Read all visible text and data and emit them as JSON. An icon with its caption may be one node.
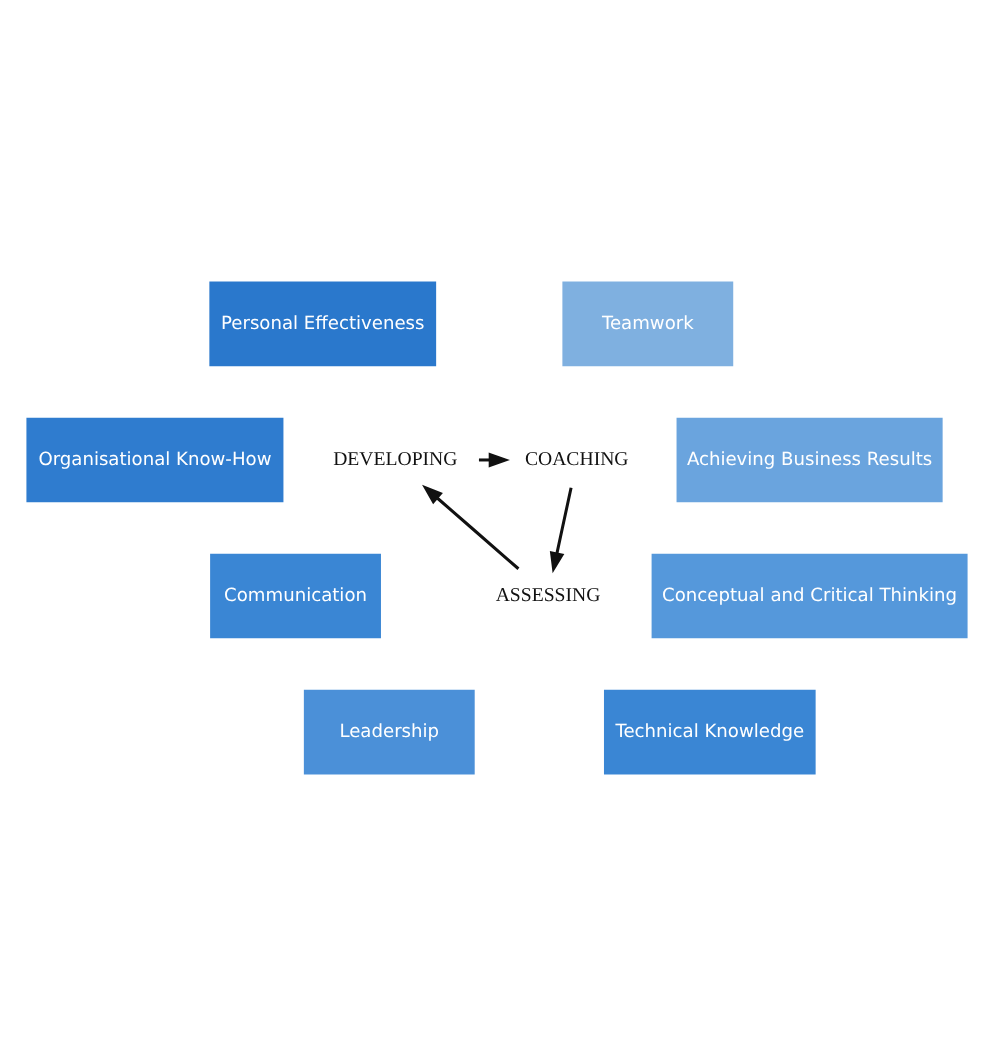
{
  "diagram": {
    "nodes": [
      {
        "text": [
          "Personal Effectiveness"
        ]
      },
      {
        "text": [
          "Teamwork"
        ]
      },
      {
        "text": [
          "Organisational Know-How"
        ]
      },
      {
        "text": [
          "DEVELOPING"
        ]
      },
      {
        "text": [
          "COACHING"
        ]
      },
      {
        "text": [
          "Achieving Business Results"
        ]
      },
      {
        "text": [
          "Communication"
        ]
      },
      {
        "text": [
          "ASSESSING"
        ]
      },
      {
        "text": [
          "Conceptual and Critical Thinking"
        ]
      },
      {
        "text": [
          "Leadership"
        ]
      },
      {
        "text": [
          "Technical Knowledge"
        ]
      }
    ],
    "edges": [
      {
        "from": 3,
        "to": 4,
        "arrow": "to"
      },
      {
        "from": 4,
        "to": 7,
        "arrow": "to"
      },
      {
        "from": 7,
        "to": 3,
        "arrow": "to"
      }
    ]
  }
}
